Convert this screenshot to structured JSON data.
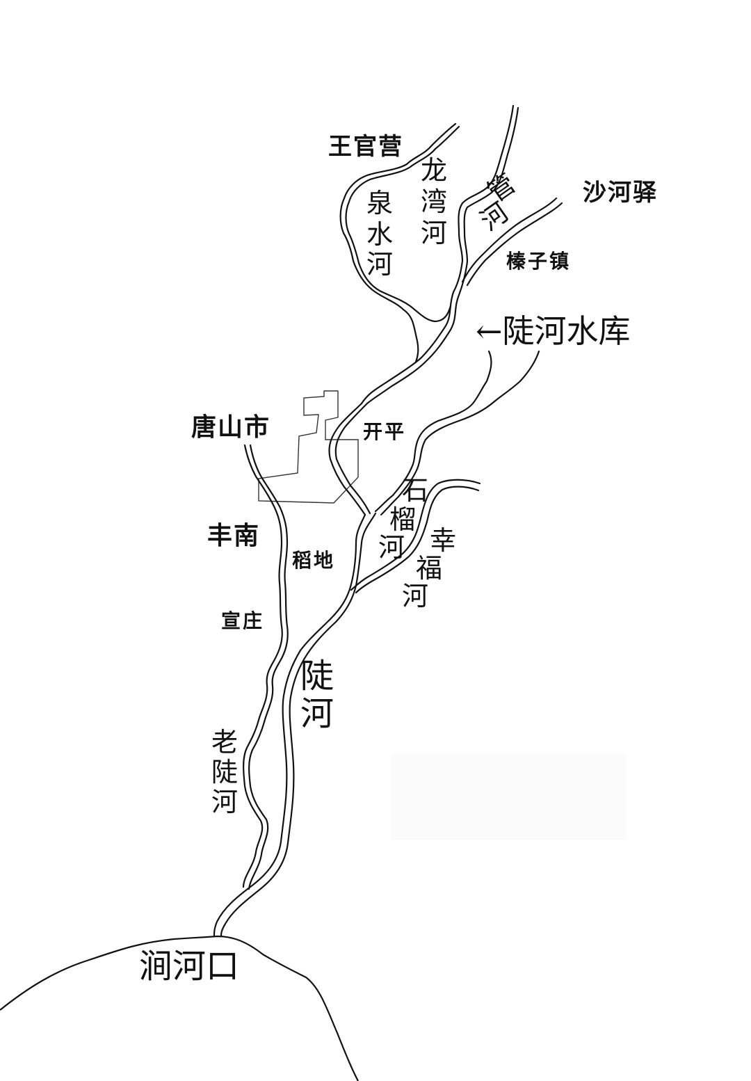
{
  "map": {
    "places": {
      "wangguanying": "王官营",
      "shaheyi": "沙河驿",
      "zhenzizhen": "榛子镇",
      "tangshan": "唐山市",
      "kaiping": "开平",
      "fengnan": "丰南",
      "daodi": "稻地",
      "xuanzhuang": "宣庄"
    },
    "rivers": {
      "quanshuihe": [
        "泉",
        "水",
        "河"
      ],
      "longwanhe": [
        "龙",
        "湾",
        "河"
      ],
      "guanhe": [
        "管",
        "河"
      ],
      "shiliuhe": [
        "石",
        "榴",
        "河"
      ],
      "xingfuhe": [
        "幸",
        "福",
        "河"
      ],
      "douhe": [
        "陡",
        "河"
      ],
      "laodouhe": [
        "老",
        "陡",
        "河"
      ]
    },
    "reservoir_label": "←陡河水库",
    "mouth_label": "涧河口"
  }
}
